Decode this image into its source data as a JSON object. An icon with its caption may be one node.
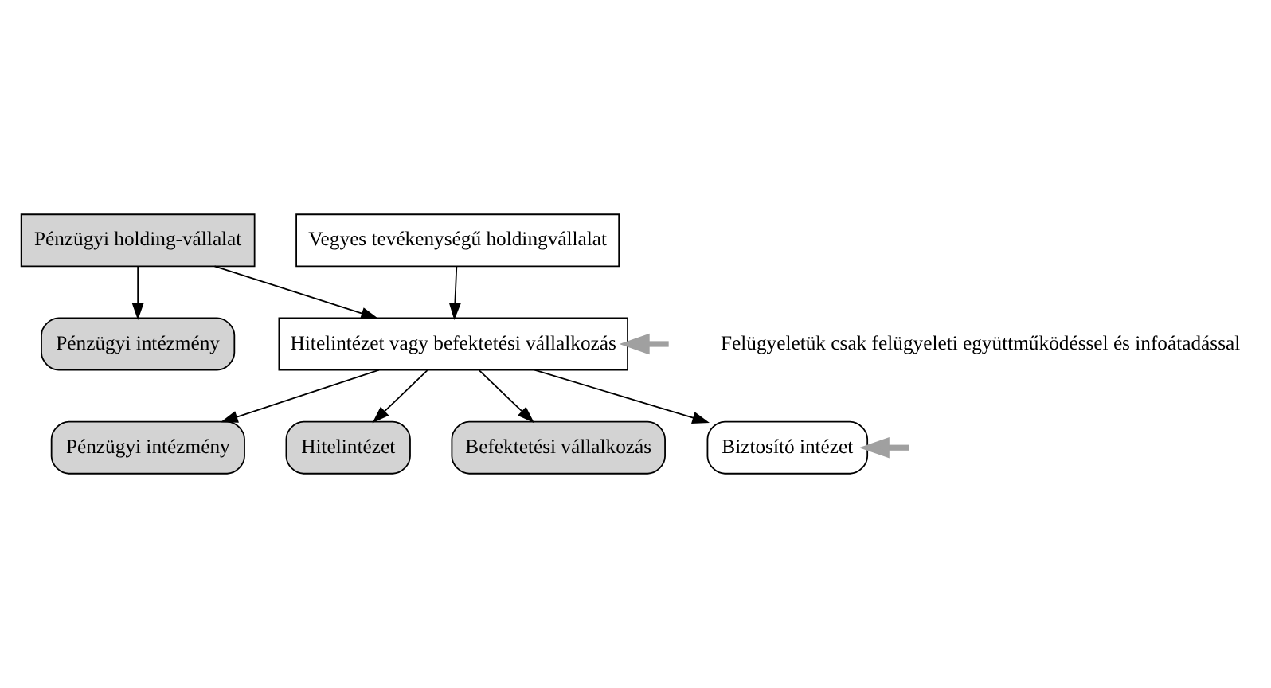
{
  "diagram": {
    "nodes": [
      {
        "text": [
          "Pénzügyi holding-vállalat"
        ]
      },
      {
        "text": [
          "Vegyes tevékenységű holdingvállalat"
        ]
      },
      {
        "text": [
          "Pénzügyi intézmény"
        ]
      },
      {
        "text": [
          "Hitelintézet vagy befektetési vállalkozás"
        ]
      },
      {
        "text": [
          "Pénzügyi intézmény"
        ]
      },
      {
        "text": [
          "Hitelintézet"
        ]
      },
      {
        "text": [
          "Befektetési vállalkozás"
        ]
      },
      {
        "text": [
          "Biztosító intézet"
        ]
      }
    ],
    "edges": [
      {
        "from": 0,
        "to": 2,
        "arrow": "to"
      },
      {
        "from": 0,
        "to": 3,
        "arrow": "to"
      },
      {
        "from": 1,
        "to": 3,
        "arrow": "to"
      },
      {
        "from": 3,
        "to": 4,
        "arrow": "to"
      },
      {
        "from": 3,
        "to": 5,
        "arrow": "to"
      },
      {
        "from": 3,
        "to": 6,
        "arrow": "to"
      },
      {
        "from": 3,
        "to": 7,
        "arrow": "to"
      },
      {
        "from": null,
        "to": 3,
        "arrow": "to",
        "style": "thick",
        "color": "#a0a0a0"
      },
      {
        "from": null,
        "to": 7,
        "arrow": "to",
        "style": "thick",
        "color": "#a0a0a0"
      }
    ],
    "labels": [
      "Felügyeletük csak felügyeleti együttműködéssel és infoátadással"
    ]
  }
}
